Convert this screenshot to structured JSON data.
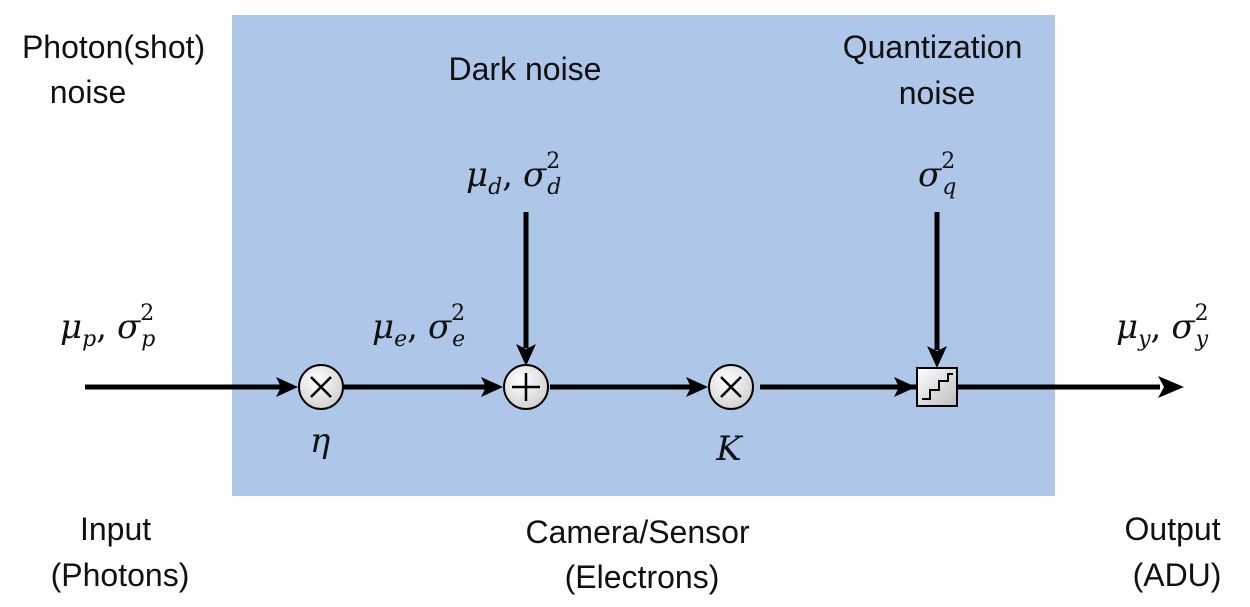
{
  "colors": {
    "sensor_box_fill": "#aec6e8",
    "arrow": "#000000",
    "node_fill": "#e6e6e6"
  },
  "labels": {
    "photon_noise_line1": "Photon(shot)",
    "photon_noise_line2": "noise",
    "dark_noise": "Dark noise",
    "quantization_noise_line1": "Quantization",
    "quantization_noise_line2": "noise",
    "input_line1": "Input",
    "input_line2": "(Photons)",
    "sensor_line1": "Camera/Sensor",
    "sensor_line2": "(Electrons)",
    "output_line1": "Output",
    "output_line2": "(ADU)"
  },
  "math": {
    "mu": "μ",
    "sigma": "σ",
    "eta": "η",
    "gain": "K",
    "comma": ",",
    "squared": "2",
    "photon_sub": "p",
    "electron_sub": "e",
    "dark_sub": "d",
    "quant_sub": "q",
    "output_sub": "y"
  },
  "nodes": {
    "multiply_symbol": "×",
    "add_symbol": "+"
  },
  "icons": {
    "multiply_node": "multiply-icon",
    "add_node": "plus-icon",
    "quantizer_node": "staircase-quantizer-icon"
  }
}
